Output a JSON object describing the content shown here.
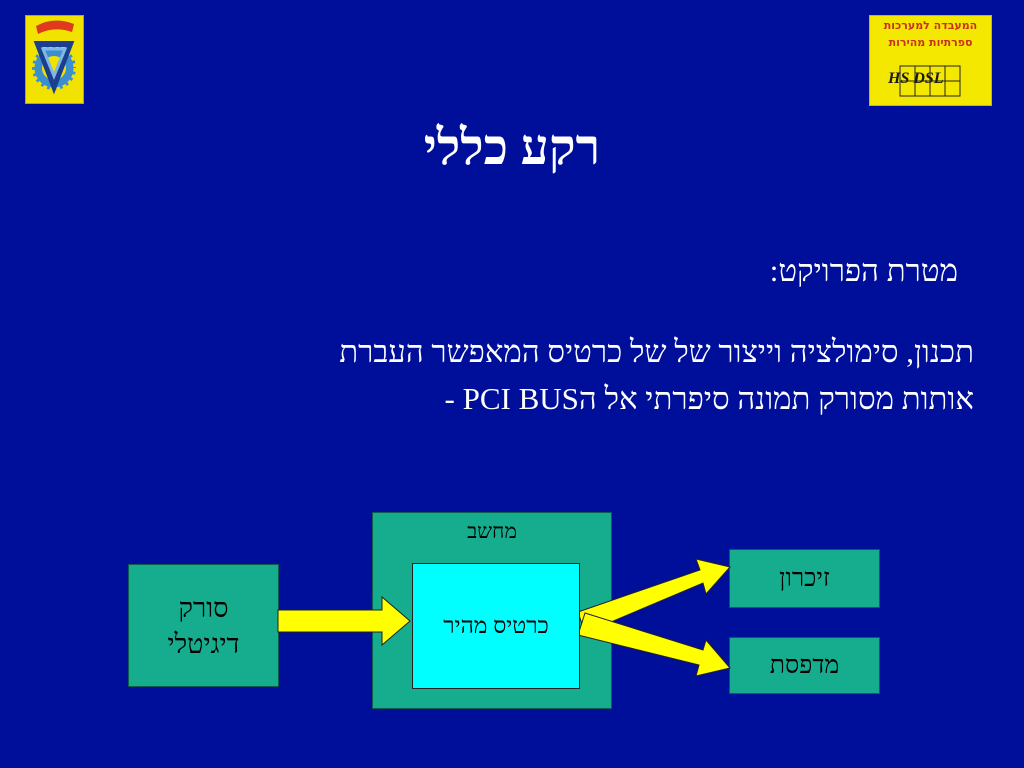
{
  "slide": {
    "title": "רקע כללי",
    "subheading": "מטרת הפרויקט:",
    "body_line1": "תכנון, סימולציה וייצור של של כרטיס המאפשר העברת",
    "body_line2": "אותות מסורק תמונה סיפרתי אל הPCI BUS -"
  },
  "logos": {
    "right_line1": "המעבדה למערכות",
    "right_line2": "ספרתיות מהירות",
    "right_line3": "HS DSL"
  },
  "diagram": {
    "computer_label": "מחשב",
    "card_label": "כרטיס מהיר",
    "scanner_line1": "סורק",
    "scanner_line2": "דיגיטלי",
    "memory_label": "זיכרון",
    "printer_label": "מדפסת"
  },
  "colors": {
    "background": "#000f99",
    "box_fill": "#16ad8f",
    "card_fill": "#00ffff",
    "arrow_fill": "#ffff00",
    "logo_fill": "#f2e200"
  }
}
